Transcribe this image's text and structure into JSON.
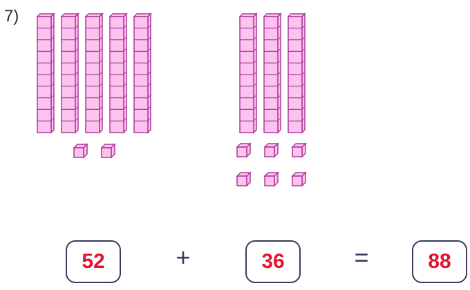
{
  "problem": {
    "number_label": "7)"
  },
  "blocks": {
    "first": {
      "tens": 5,
      "ones": 2
    },
    "second": {
      "tens": 3,
      "ones": 6
    }
  },
  "equation": {
    "addend1": "52",
    "operator_plus": "+",
    "addend2": "36",
    "operator_equals": "=",
    "sum": "88"
  },
  "colors": {
    "block_fill": "#fbc3ee",
    "block_stroke": "#b0389c",
    "answer_text": "#e8112d",
    "box_border": "#3a3a5c"
  }
}
